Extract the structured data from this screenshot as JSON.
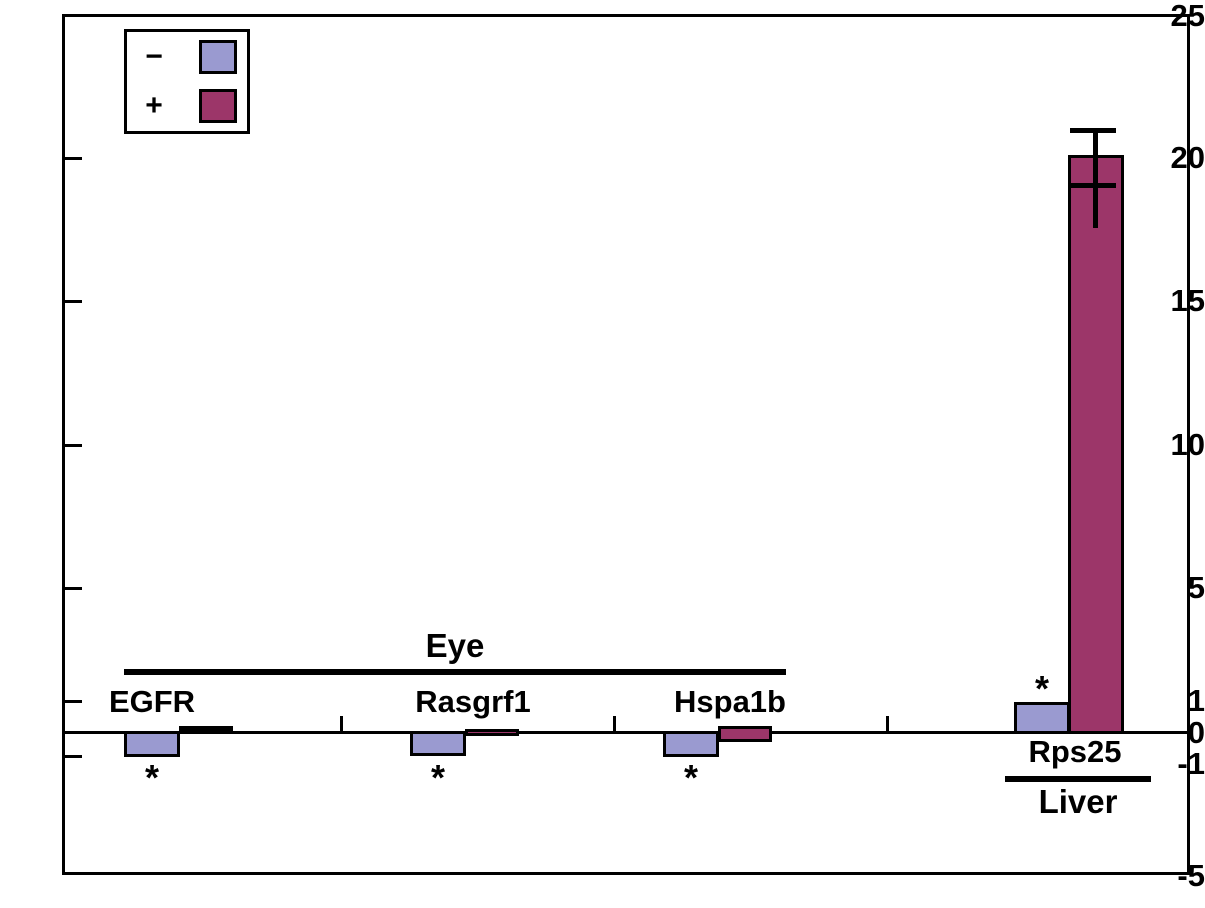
{
  "chart_data": {
    "type": "bar",
    "title": "",
    "xlabel": "",
    "ylabel": "",
    "ylim": [
      -5,
      25
    ],
    "y_ticks": [
      25,
      20,
      15,
      10,
      5,
      1,
      0,
      -1,
      -5
    ],
    "y_tick_labels": [
      "25",
      "20",
      "15",
      "10",
      "5",
      "1",
      "0",
      "-1",
      "-5"
    ],
    "y_axis_note": "broken / non-linear axis: compressed between 5 and -5",
    "grid": false,
    "legend_position": "top-left",
    "categories": [
      "EGFR",
      "Rasgrf1",
      "Hspa1b",
      "Rps25"
    ],
    "series": [
      {
        "name": "-",
        "color": "#9a9ad0",
        "values": [
          -0.85,
          -0.8,
          -0.85,
          1.0
        ],
        "errors": [
          0,
          0,
          0,
          0
        ]
      },
      {
        "name": "+",
        "color": "#9c3669",
        "values": [
          0.02,
          -0.05,
          -0.2,
          20.1
        ],
        "errors": [
          0,
          0,
          0,
          1.1
        ]
      }
    ],
    "annotations": [
      {
        "text": "*",
        "category": "EGFR",
        "series": "-",
        "position": "below"
      },
      {
        "text": "*",
        "category": "Rasgrf1",
        "series": "-",
        "position": "below"
      },
      {
        "text": "*",
        "category": "Hspa1b",
        "series": "-",
        "position": "below"
      },
      {
        "text": "*",
        "category": "Rps25",
        "series": "-",
        "position": "above"
      }
    ],
    "group_brackets": [
      {
        "label": "Eye",
        "categories": [
          "EGFR",
          "Rasgrf1",
          "Hspa1b"
        ],
        "label_position": "above"
      },
      {
        "label": "Liver",
        "categories": [
          "Rps25"
        ],
        "label_position": "below"
      }
    ]
  },
  "legend": {
    "entries": [
      {
        "sign": "−",
        "swatch_color": "#9a9ad0"
      },
      {
        "sign": "+",
        "swatch_color": "#9c3669"
      }
    ]
  },
  "axis": {
    "ticks": [
      {
        "label": "25"
      },
      {
        "label": "20"
      },
      {
        "label": "15"
      },
      {
        "label": "10"
      },
      {
        "label": "5"
      },
      {
        "label": "1"
      },
      {
        "label": "0"
      },
      {
        "label": "-1"
      },
      {
        "label": "-5"
      }
    ]
  },
  "gene_labels": [
    {
      "text": "EGFR"
    },
    {
      "text": "Rasgrf1"
    },
    {
      "text": "Hspa1b"
    },
    {
      "text": "Rps25"
    }
  ],
  "group_labels": [
    {
      "text": "Eye"
    },
    {
      "text": "Liver"
    }
  ],
  "asterisks": [
    {
      "text": "*"
    },
    {
      "text": "*"
    },
    {
      "text": "*"
    },
    {
      "text": "*"
    }
  ]
}
